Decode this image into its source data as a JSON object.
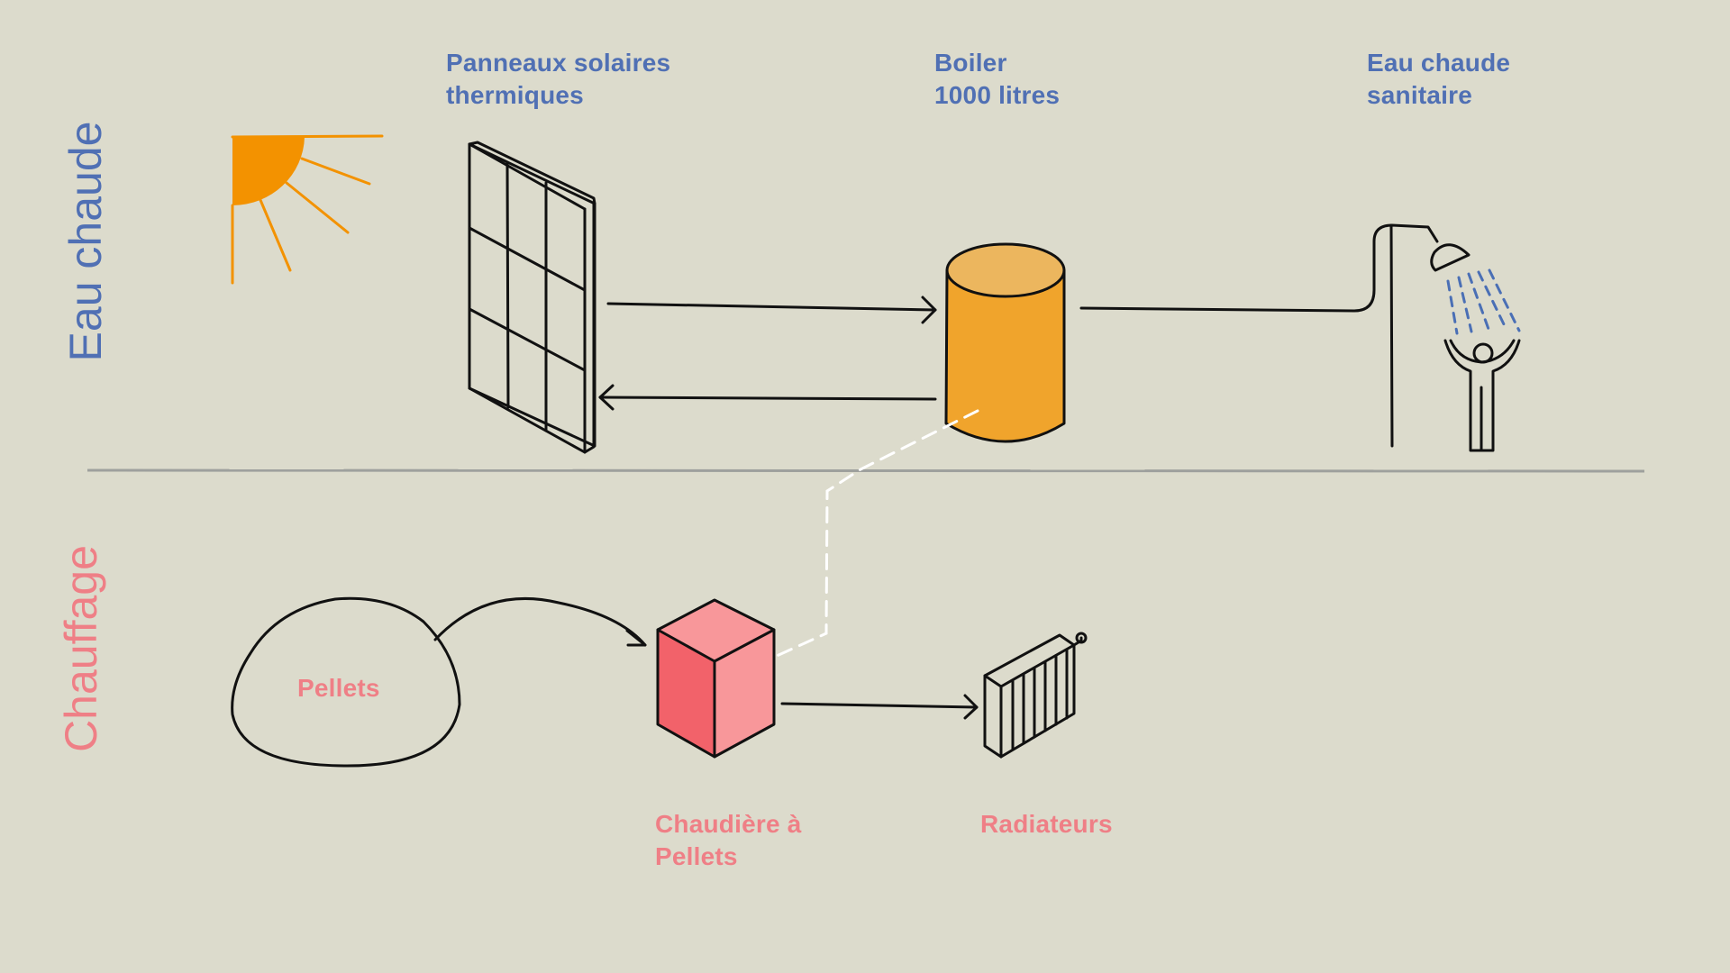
{
  "sections": {
    "hot_water": "Eau chaude",
    "heating": "Chauffage"
  },
  "labels": {
    "panels": [
      "Panneaux solaires",
      "thermiques"
    ],
    "boiler": [
      "Boiler",
      "1000 litres"
    ],
    "dhw": [
      "Eau chaude",
      "sanitaire"
    ],
    "pellets": "Pellets",
    "chaudiere": [
      "Chaudière à",
      "Pellets"
    ],
    "radiateurs": "Radiateurs"
  },
  "colors": {
    "background": "#dcdbcc",
    "hot_water_text": "#5070b4",
    "heating_text": "#ef7f86",
    "sun": "#f39200",
    "boiler_body": "#f0a42c",
    "boiler_top": "#ecb65e",
    "box_front": "#f2626a",
    "box_side": "#f8979a",
    "divider": "#9ea09d",
    "water_drops": "#4a6fb5"
  },
  "icons": {
    "sun": "sun-icon",
    "solar_panel": "solar-panel-icon",
    "boiler": "boiler-tank-icon",
    "shower": "shower-icon",
    "person": "person-icon",
    "pellet_pile": "pellet-pile-icon",
    "pellet_boiler": "pellet-boiler-cube-icon",
    "radiator": "radiator-icon"
  }
}
